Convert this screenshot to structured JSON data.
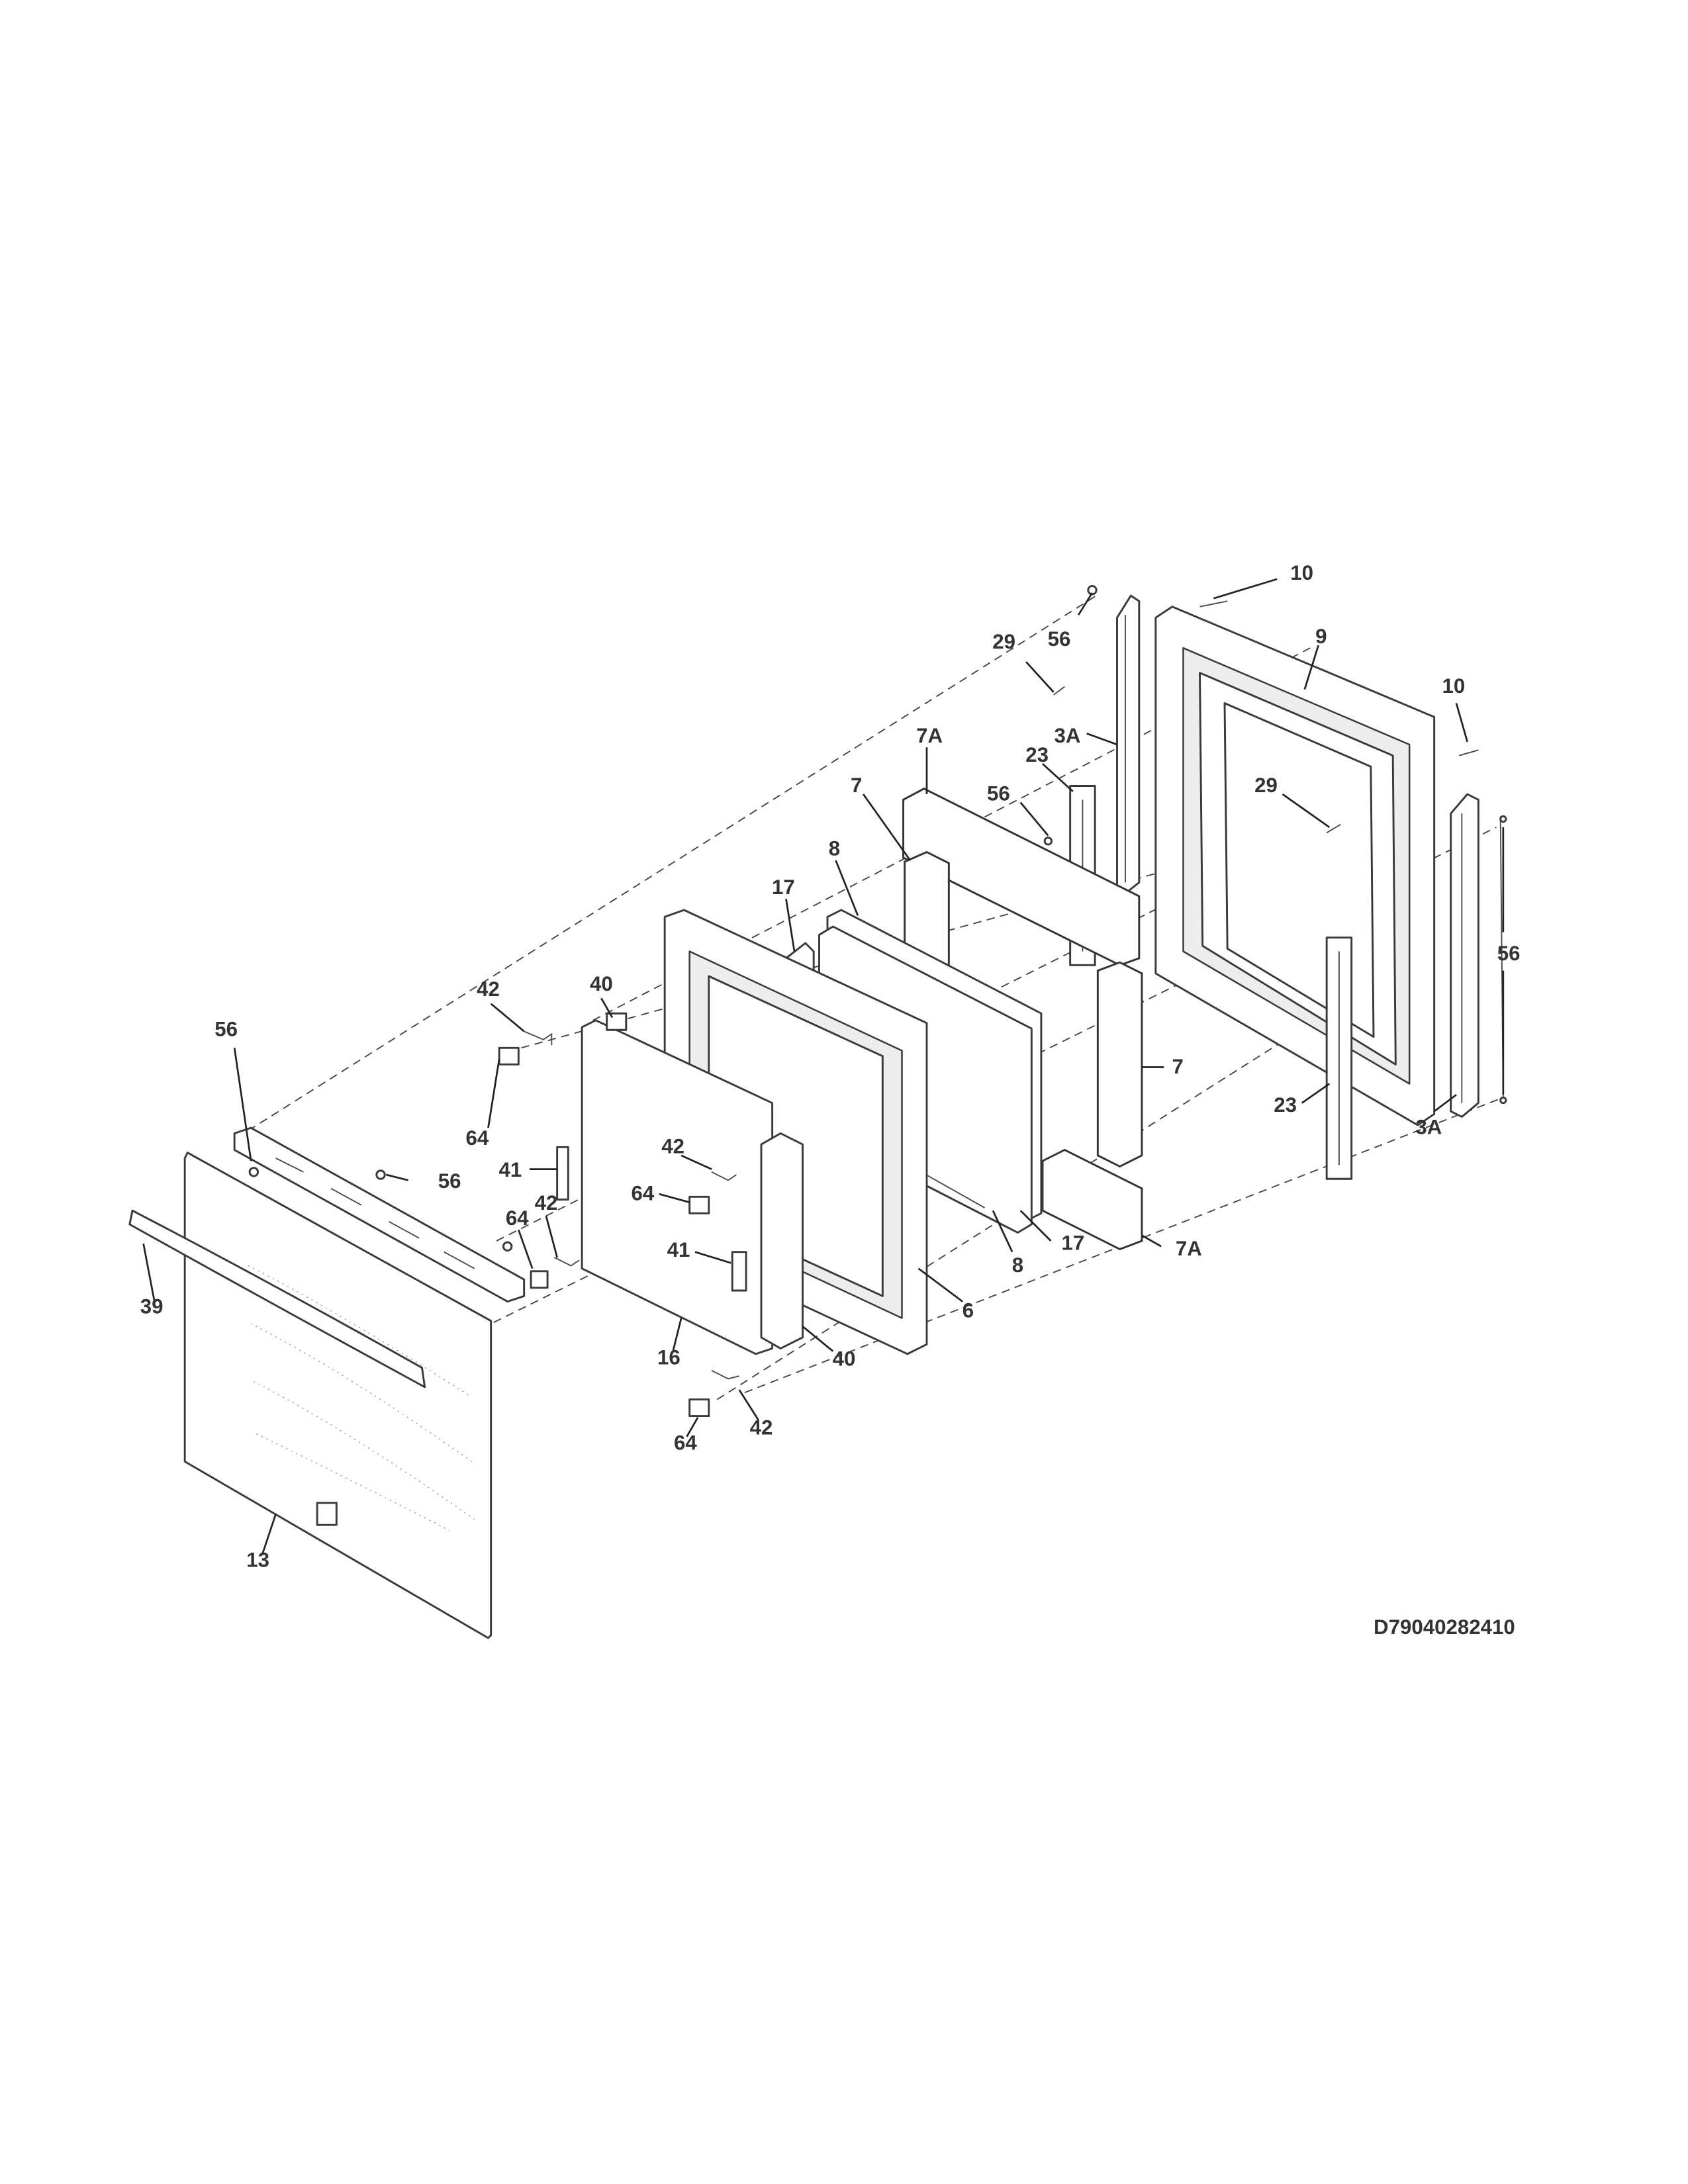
{
  "diagram_code": "D79040282410",
  "labels": {
    "p10_top": "10",
    "p9": "9",
    "p56_top": "56",
    "p29_top": "29",
    "p10_right": "10",
    "p3a_top": "3A",
    "p7a_top": "7A",
    "p23_top": "23",
    "p29_mid": "29",
    "p7_top": "7",
    "p56_mid": "56",
    "p8_top": "8",
    "p17_top": "17",
    "p56_right": "56",
    "p42_left": "42",
    "p40_left": "40",
    "p56_left": "56",
    "p7_right": "7",
    "p23_right": "23",
    "p3a_right": "3A",
    "p64_left": "64",
    "p42_mid": "42",
    "p41_left": "41",
    "p56_center": "56",
    "p64_mid": "64",
    "p64_center": "64",
    "p42_center": "42",
    "p41_mid": "41",
    "p17_bottom": "17",
    "p8_bottom": "8",
    "p7a_bottom": "7A",
    "p39": "39",
    "p6": "6",
    "p16": "16",
    "p40_bottom": "40",
    "p64_bottom": "64",
    "p42_bottom": "42",
    "p13": "13"
  }
}
